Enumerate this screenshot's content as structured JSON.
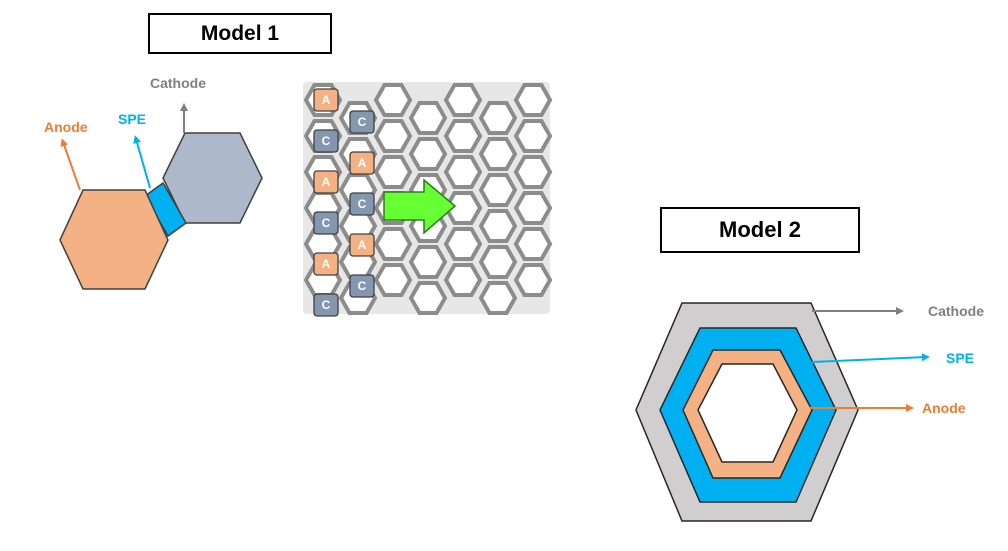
{
  "model1": {
    "title": "Model 1",
    "labels": {
      "anode": "Anode",
      "spe": "SPE",
      "cathode": "Cathode"
    }
  },
  "model2": {
    "title": "Model 2",
    "labels": {
      "cathode": "Cathode",
      "spe": "SPE",
      "anode": "Anode"
    }
  },
  "grid": {
    "anode_letter": "A",
    "cathode_letter": "C",
    "left_column": [
      "A",
      "C",
      "A",
      "C",
      "A",
      "C"
    ],
    "right_column": [
      "C",
      "A",
      "C",
      "A",
      "C"
    ]
  },
  "colors": {
    "anode": "#F4B183",
    "cathode": "#ADB9CA",
    "spe": "#00B0F0",
    "anode_text": "#ED7D31",
    "spe_text": "#00B0F0",
    "cathode_text": "#808080",
    "arrow": "#66FF33",
    "grid_frame": "#A6A6A6"
  }
}
